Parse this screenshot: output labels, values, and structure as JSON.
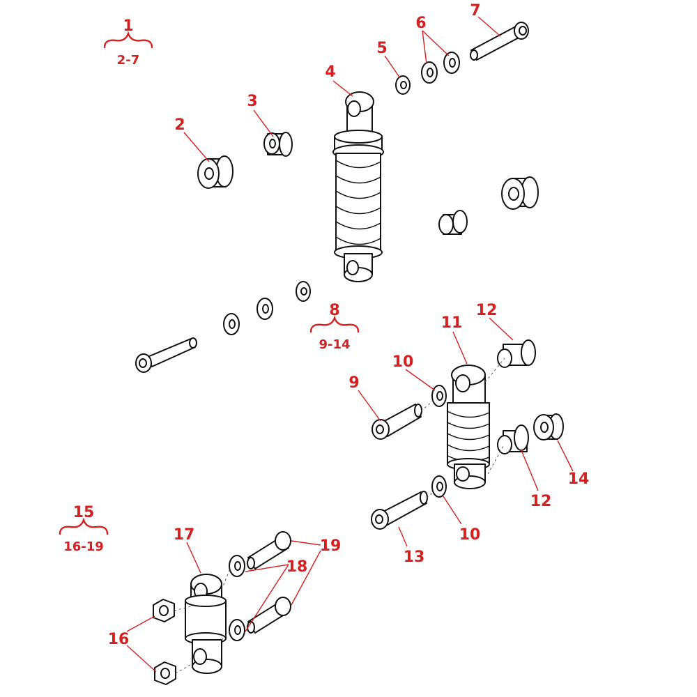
{
  "diagram": {
    "type": "exploded-parts-diagram",
    "colors": {
      "callout": "#d42020",
      "line": "#111111",
      "background": "#ffffff"
    },
    "assemblies": [
      {
        "id": "1",
        "range": "2-7"
      },
      {
        "id": "8",
        "range": "9-14"
      },
      {
        "id": "15",
        "range": "16-19"
      }
    ],
    "callouts": {
      "c2": "2",
      "c3": "3",
      "c4": "4",
      "c5": "5",
      "c6": "6",
      "c7": "7",
      "c9": "9",
      "c10a": "10",
      "c10b": "10",
      "c11": "11",
      "c12a": "12",
      "c12b": "12",
      "c13": "13",
      "c14": "14",
      "c16": "16",
      "c17": "17",
      "c18": "18",
      "c19": "19"
    }
  }
}
